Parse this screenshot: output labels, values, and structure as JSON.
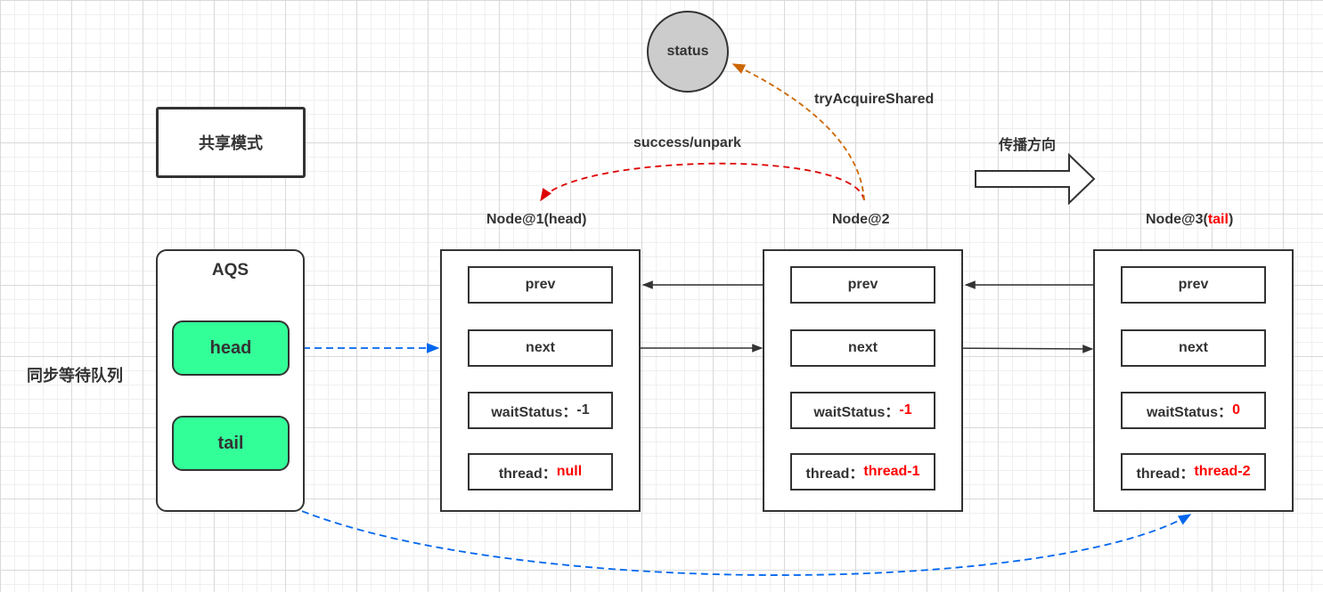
{
  "mode_label": "共享模式",
  "queue_label": "同步等待队列",
  "aqs": {
    "title": "AQS",
    "head": "head",
    "tail": "tail"
  },
  "status_node": "status",
  "labels": {
    "try_acquire": "tryAcquireShared",
    "success_unpark": "success/unpark",
    "propagation": "传播方向"
  },
  "nodes": [
    {
      "title": "Node@1(",
      "title_marker": "head",
      "title_end": ")",
      "prev": "prev",
      "next": "next",
      "wait_label": "waitStatus：",
      "wait_value": "-1",
      "thread_label": "thread：",
      "thread_value": "null"
    },
    {
      "title": "Node@2",
      "title_marker": "",
      "title_end": "",
      "prev": "prev",
      "next": "next",
      "wait_label": "waitStatus：",
      "wait_value": "-1",
      "thread_label": "thread：",
      "thread_value": "thread-1"
    },
    {
      "title": "Node@3(",
      "title_marker": "tail",
      "title_end": ")",
      "prev": "prev",
      "next": "next",
      "wait_label": "waitStatus：",
      "wait_value": "0",
      "thread_label": "thread：",
      "thread_value": "thread-2"
    }
  ],
  "colors": {
    "pointer_fill": "#33ff99",
    "status_fill": "#cccccc",
    "highlight": "#ff0000",
    "head_tail_link": "#0066ee",
    "unpark_link": "#dd0000",
    "acquire_link": "#cc6600"
  }
}
